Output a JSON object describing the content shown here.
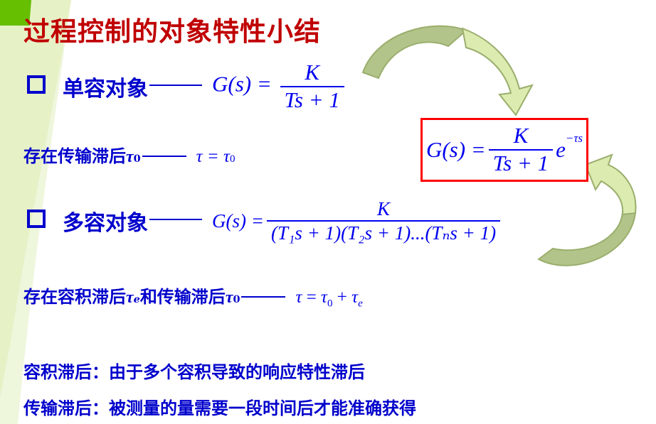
{
  "slide": {
    "title": "过程控制的对象特性小结",
    "colors": {
      "title": "#c00000",
      "text": "#0000cc",
      "math": "#0000ee",
      "box_border": "#ff0000",
      "arrow_fill_dark": "#b3c48a",
      "arrow_fill_light": "#dcebb0",
      "arrow_stroke": "#9aae6c",
      "deco_green": "#5cb800",
      "deco_light": "#e6f2c4"
    }
  },
  "single": {
    "bullet_icon": "hollow-square-bullet",
    "label": "单容对象",
    "lhs": "G(s) =",
    "numerator": "K",
    "denominator": "Ts + 1",
    "delay_text": "存在传输滞后",
    "delay_symbol": "τ",
    "delay_sub": "0",
    "delay_eq_lhs": "τ = τ",
    "delay_eq_sub": "0"
  },
  "boxed_formula": {
    "lhs": "G(s) =",
    "numerator": "K",
    "denominator": "Ts + 1",
    "exp_base": "e",
    "exp_power": "−τs"
  },
  "multi": {
    "bullet_icon": "hollow-square-bullet",
    "label": "多容对象",
    "lhs": "G(s) =",
    "numerator": "K",
    "denominator": "(T₁s + 1)(T₂s + 1)...(Tₙs + 1)",
    "delay_text_1": "存在容积滞后",
    "delay_symbol_1": "τ",
    "delay_sub_1": "e",
    "delay_text_2": "和传输滞后",
    "delay_symbol_2": "τ",
    "delay_sub_2": "0",
    "delay_eq": {
      "tau": "τ",
      "eq": " = ",
      "t0": "τ",
      "t0_sub": "0",
      "plus": " + ",
      "te": "τ",
      "te_sub": "e"
    }
  },
  "definitions": [
    {
      "term": "容积滞后：",
      "text": "由于多个容积导致的响应特性滞后"
    },
    {
      "term": "传输滞后：",
      "text": "被测量的量需要一段时间后才能准确获得"
    }
  ]
}
